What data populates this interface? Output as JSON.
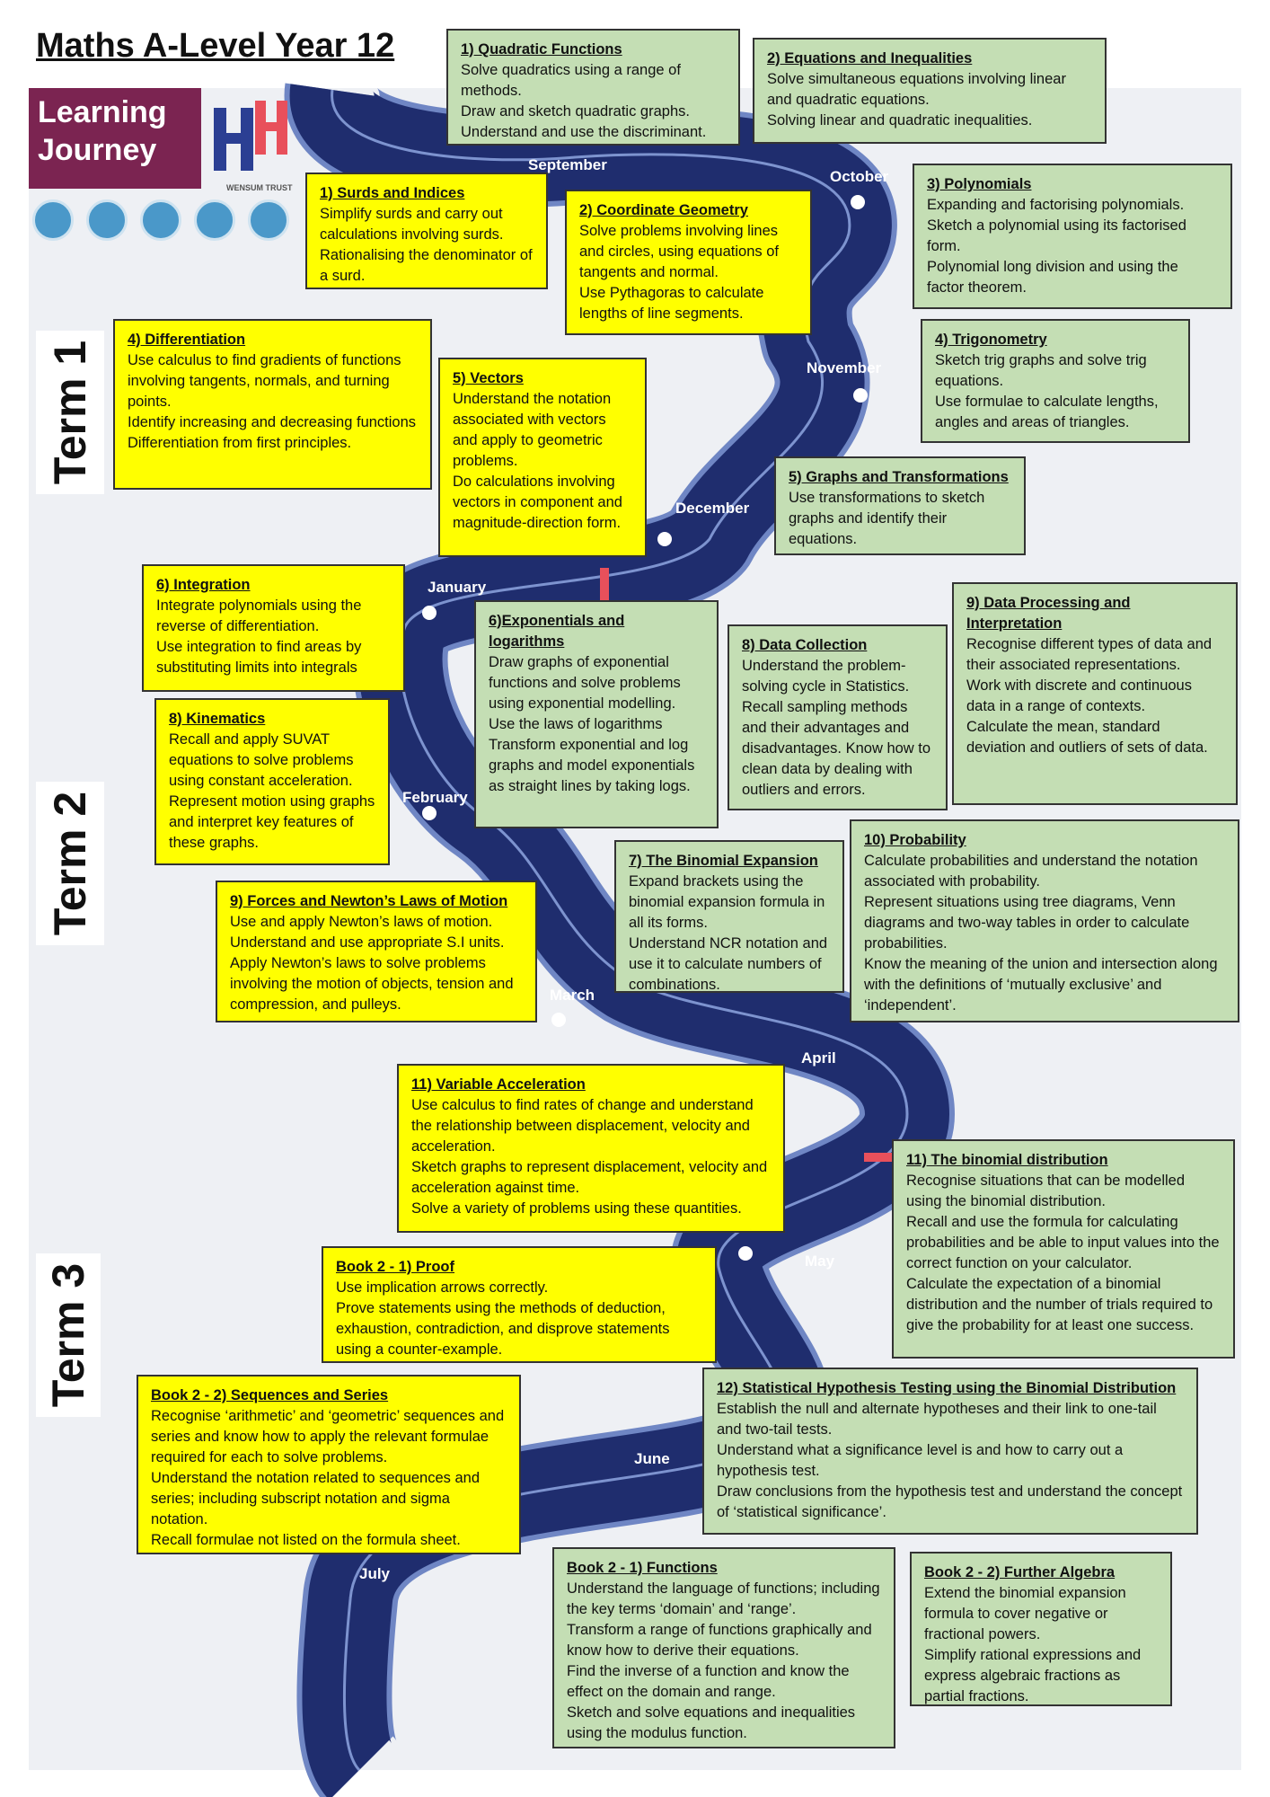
{
  "title": "Maths A-Level Year 12",
  "logo": {
    "text": "Learning Journey",
    "trust": "WENSUM TRUST",
    "icons": [
      "magnifier-icon",
      "lightbulb-icon",
      "people-icon",
      "notepad-icon",
      "brain-icon"
    ]
  },
  "terms": [
    "Term 1",
    "Term 2",
    "Term 3"
  ],
  "months": [
    "September",
    "October",
    "November",
    "December",
    "January",
    "February",
    "March",
    "April",
    "May",
    "June",
    "July"
  ],
  "colors": {
    "yellow": "#ffff00",
    "green": "#c4deb4",
    "road": "#1f2d6e",
    "road_edge": "#6f86c4",
    "marker": "#e8505b",
    "logo": "#7b2451"
  },
  "boxes": [
    {
      "title": "1) Quadratic Functions",
      "lines": [
        "Solve quadratics using a range of methods.",
        "Draw and sketch quadratic graphs.",
        "Understand and use the discriminant."
      ]
    },
    {
      "title": "2) Equations and Inequalities",
      "lines": [
        "Solve simultaneous equations involving linear and quadratic equations.",
        "Solving linear and quadratic inequalities."
      ]
    },
    {
      "title": "1) Surds and Indices",
      "lines": [
        "Simplify surds and carry out calculations involving surds.",
        "Rationalising the denominator of a surd."
      ]
    },
    {
      "title": "2) Coordinate Geometry",
      "lines": [
        "Solve problems involving lines and circles, using equations of tangents and normal.",
        "Use Pythagoras to calculate lengths of line segments."
      ]
    },
    {
      "title": "3) Polynomials",
      "lines": [
        "Expanding and factorising polynomials.",
        "Sketch a polynomial using its factorised form.",
        "Polynomial long division and using the factor theorem."
      ]
    },
    {
      "title": "4) Differentiation",
      "lines": [
        "Use calculus to find gradients of functions involving tangents, normals, and turning points.",
        "Identify increasing and decreasing functions",
        "Differentiation from first principles."
      ]
    },
    {
      "title": "5) Vectors",
      "lines": [
        "Understand the notation associated with vectors and apply to geometric problems.",
        "Do calculations involving vectors in component and magnitude-direction form."
      ]
    },
    {
      "title": "4) Trigonometry",
      "lines": [
        "Sketch trig graphs and solve trig equations.",
        "Use formulae to calculate lengths, angles and areas of triangles."
      ]
    },
    {
      "title": "5) Graphs and Transformations",
      "lines": [
        "Use transformations to sketch graphs and identify their equations."
      ]
    },
    {
      "title": "6) Integration",
      "lines": [
        "Integrate polynomials using the reverse of differentiation.",
        "Use integration to find areas by substituting limits into integrals"
      ]
    },
    {
      "title": "6)Exponentials and logarithms",
      "lines": [
        "Draw graphs of exponential functions and solve problems using exponential modelling.",
        "Use the laws of logarithms",
        "Transform exponential and log graphs and model exponentials as straight lines by taking logs."
      ]
    },
    {
      "title": "8) Data Collection",
      "lines": [
        "Understand the problem-solving cycle in Statistics.",
        "Recall sampling methods and their advantages and disadvantages. Know how to clean data by dealing with outliers and errors."
      ]
    },
    {
      "title": "9) Data Processing and Interpretation",
      "lines": [
        "Recognise different types of data and their associated representations.",
        "Work with discrete and continuous data in a range of contexts.",
        "Calculate the mean, standard deviation and outliers of sets of data."
      ]
    },
    {
      "title": "8) Kinematics",
      "lines": [
        "Recall and apply SUVAT equations to solve problems using constant acceleration.",
        "Represent motion using graphs and interpret key features of these graphs."
      ]
    },
    {
      "title": "7) The Binomial Expansion",
      "lines": [
        "Expand brackets using the binomial expansion formula in all its forms.",
        "Understand NCR notation and use it to calculate numbers of combinations."
      ]
    },
    {
      "title": "10) Probability",
      "lines": [
        "Calculate probabilities and understand the notation associated with probability.",
        "Represent situations using tree diagrams, Venn diagrams and two-way tables in order to calculate probabilities.",
        "Know the meaning of the union and intersection along with the definitions of ‘mutually exclusive’ and ‘independent’."
      ]
    },
    {
      "title": "9) Forces and Newton’s Laws of Motion",
      "lines": [
        "Use and apply Newton’s laws of motion.",
        "Understand and use appropriate S.I units.",
        "Apply Newton’s laws to solve problems involving the motion of objects, tension and compression, and pulleys."
      ]
    },
    {
      "title": "11) Variable Acceleration",
      "lines": [
        "Use calculus to find rates of change and understand the relationship between displacement, velocity and acceleration.",
        "Sketch graphs to represent displacement, velocity and acceleration against time.",
        "Solve a variety of problems using these quantities."
      ]
    },
    {
      "title": "11) The binomial distribution",
      "lines": [
        "Recognise situations that can be modelled using the binomial distribution.",
        "Recall and use the formula for calculating probabilities and be able to input values into the correct function on your calculator.",
        "Calculate the expectation of a binomial distribution and the number of trials required to give the probability for at least one success."
      ]
    },
    {
      "title": "Book 2 - 1) Proof",
      "lines": [
        "Use implication arrows correctly.",
        "Prove statements using the methods of deduction, exhaustion, contradiction, and disprove statements using a counter-example."
      ]
    },
    {
      "title": "Book 2 - 2) Sequences and Series",
      "lines": [
        "Recognise ‘arithmetic’ and ‘geometric’ sequences and series and know how to apply the relevant formulae required for each to solve problems.",
        "Understand the notation related to sequences and series; including subscript notation and sigma notation.",
        "Recall formulae not listed on the formula sheet."
      ]
    },
    {
      "title": "12) Statistical Hypothesis Testing using the Binomial Distribution",
      "lines": [
        "Establish the null and alternate hypotheses and their link to one-tail and two-tail tests.",
        "Understand what a significance level is and how to carry out a hypothesis test.",
        "Draw conclusions from the hypothesis test and understand the concept of ‘statistical significance’."
      ]
    },
    {
      "title": "Book 2 - 1) Functions",
      "lines": [
        "Understand the language of functions; including the key terms ‘domain’ and ‘range’.",
        "Transform a range of functions graphically and know how to derive their equations.",
        "Find the inverse of a function and know the effect on the domain and range.",
        "Sketch and solve equations and inequalities using the modulus function."
      ]
    },
    {
      "title": "Book 2 - 2) Further Algebra",
      "lines": [
        "Extend the binomial expansion formula to cover negative or fractional powers.",
        "Simplify rational expressions and express algebraic fractions as partial fractions."
      ]
    }
  ]
}
